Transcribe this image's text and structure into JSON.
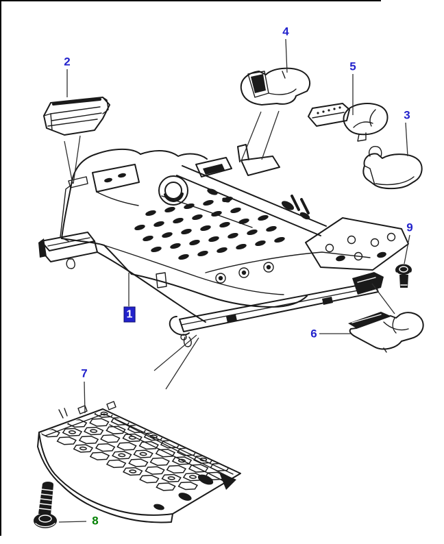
{
  "diagram": {
    "kind": "exploded-parts-diagram",
    "subject": "vehicle-seat-base-frame-assembly",
    "background_color": "#ffffff",
    "line_color": "#1a1a1a",
    "leader_line_color": "#2e2e2e",
    "callout_color": "#2222cc",
    "callout_alt_color": "#008000",
    "callout_highlight_bg": "#2222cc",
    "callout_highlight_text": "#ffffff"
  },
  "callouts": [
    {
      "number": "1",
      "part": "seat-frame-and-slide-assembly",
      "style": "highlighted-box"
    },
    {
      "number": "2",
      "part": "side-trim-bracket",
      "style": "plain-blue"
    },
    {
      "number": "3",
      "part": "recliner-handle-cover",
      "style": "plain-blue"
    },
    {
      "number": "4",
      "part": "release-handle-cover",
      "style": "plain-blue"
    },
    {
      "number": "5",
      "part": "adjuster-handle-with-cover",
      "style": "plain-blue"
    },
    {
      "number": "6",
      "part": "front-latch-cover",
      "style": "plain-blue"
    },
    {
      "number": "7",
      "part": "seat-base-pan",
      "style": "plain-blue"
    },
    {
      "number": "8",
      "part": "fixing-bolt",
      "style": "plain-green"
    },
    {
      "number": "9",
      "part": "flange-head-bolt",
      "style": "plain-blue"
    }
  ]
}
